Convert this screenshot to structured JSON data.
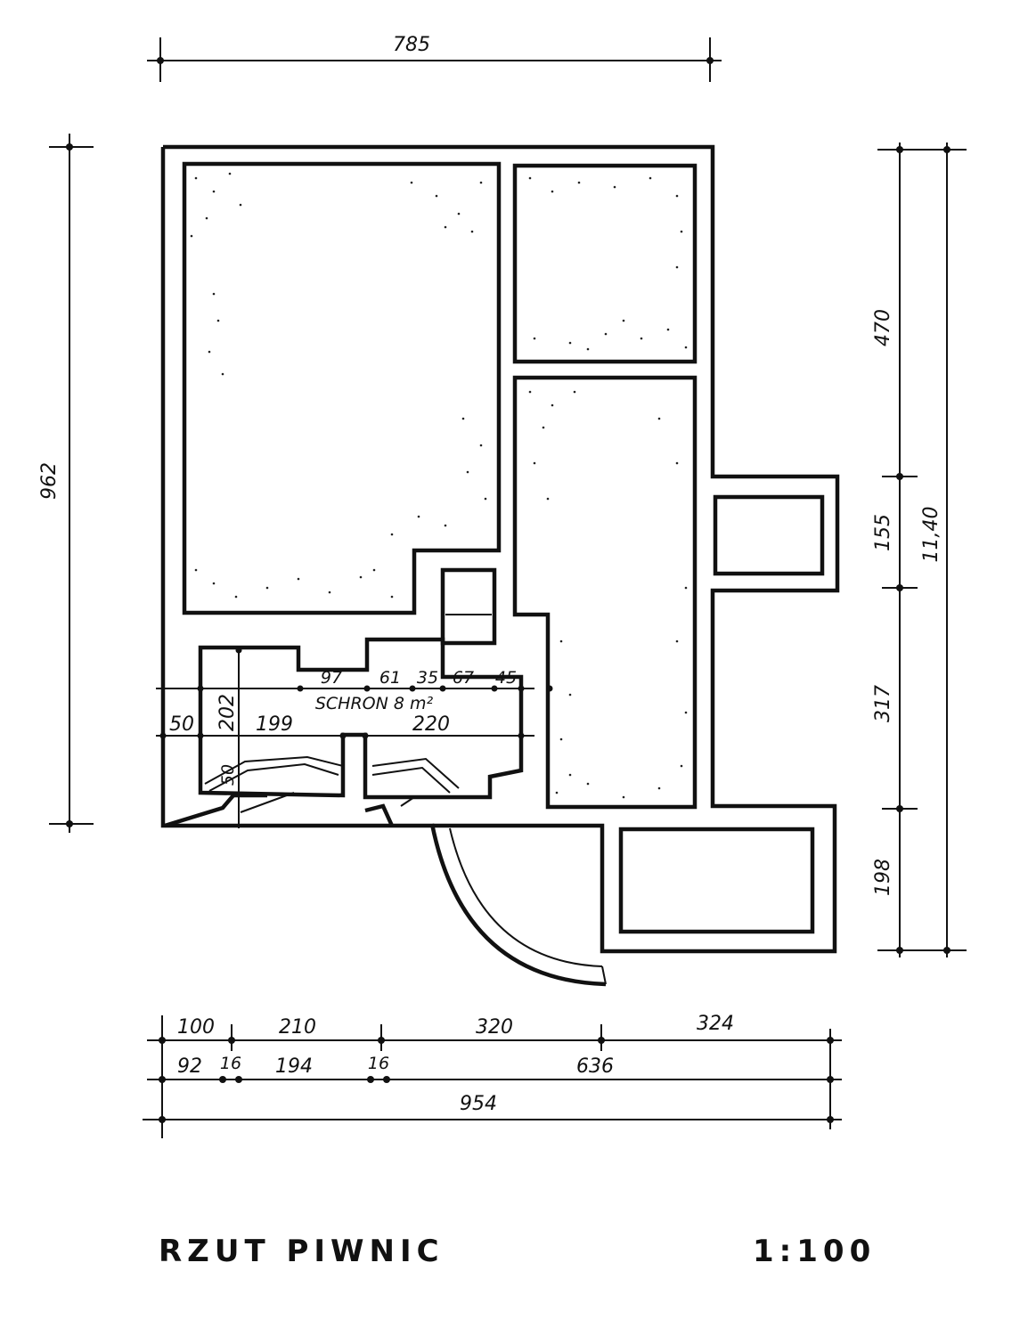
{
  "drawing": {
    "title": "RZUT PIWNIC",
    "scale": "1:100"
  },
  "dimensions": {
    "top_overall": "785",
    "left_overall": "962",
    "right_outer_total": "11,40",
    "right_segments": [
      "470",
      "155",
      "317",
      "198"
    ],
    "bottom_row1": [
      "100",
      "210",
      "320",
      "324"
    ],
    "bottom_row2": [
      "92",
      "16",
      "194",
      "16",
      "636"
    ],
    "bottom_overall": "954",
    "shelter_top": [
      "97",
      "61",
      "35",
      "67",
      "45"
    ],
    "shelter_mid": [
      "50",
      "202",
      "199",
      "220"
    ],
    "shelter_small": "50"
  },
  "rooms": {
    "shelter_label": "SCHRON 8 m²"
  }
}
